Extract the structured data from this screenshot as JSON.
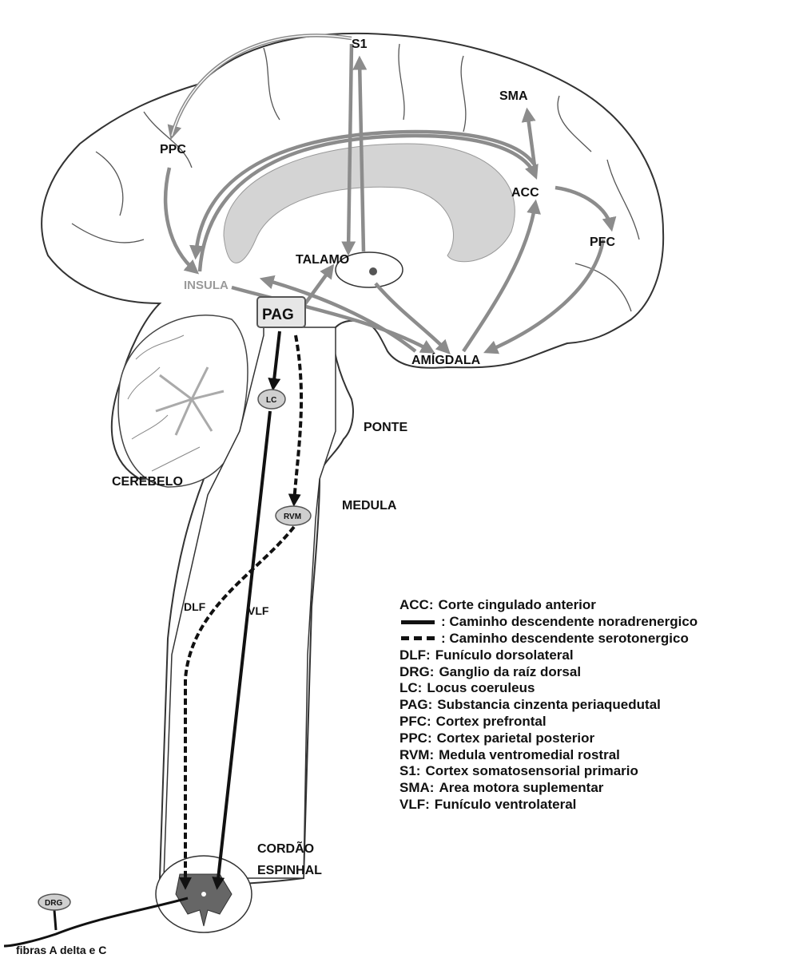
{
  "regions": {
    "s1": "S1",
    "sma": "SMA",
    "ppc": "PPC",
    "acc": "ACC",
    "pfc": "PFC",
    "talamo": "TALAMO",
    "insula": "INSULA",
    "pag": "PAG",
    "amigdala": "AMÍGDALA",
    "lc": "LC",
    "ponte": "PONTE",
    "cerebelo": "CEREBELO",
    "rvm": "RVM",
    "medula": "MEDULA",
    "dlf": "DLF",
    "vlf": "VLF",
    "cordao": "CORDÃO",
    "espinhal": "ESPINHAL",
    "drg": "DRG",
    "fibras": "fibras A delta e C"
  },
  "legend": [
    {
      "key": "ACC:",
      "desc": "Corte cingulado anterior"
    },
    {
      "key": "",
      "line": "solid",
      "desc": ": Caminho descendente noradrenergico"
    },
    {
      "key": "",
      "line": "dashed",
      "desc": ": Caminho descendente serotonergico"
    },
    {
      "key": "DLF:",
      "desc": "Funículo dorsolateral"
    },
    {
      "key": "DRG:",
      "desc": "Ganglio da raíz dorsal"
    },
    {
      "key": "LC:",
      "desc": "Locus coeruleus"
    },
    {
      "key": "PAG:",
      "desc": "Substancia cinzenta periaquedutal"
    },
    {
      "key": "PFC:",
      "desc": "Cortex prefrontal"
    },
    {
      "key": "PPC:",
      "desc": "Cortex parietal posterior"
    },
    {
      "key": "RVM:",
      "desc": "Medula ventromedial rostral"
    },
    {
      "key": "S1:",
      "desc": "Cortex somatosensorial primario"
    },
    {
      "key": "SMA:",
      "desc": "Area motora suplementar"
    },
    {
      "key": "VLF:",
      "desc": "Funículo ventrolateral"
    }
  ],
  "colors": {
    "pathway_gray": "#8c8c8c",
    "corpus_gray": "#d4d4d4",
    "outline": "#333333",
    "black": "#111111"
  }
}
